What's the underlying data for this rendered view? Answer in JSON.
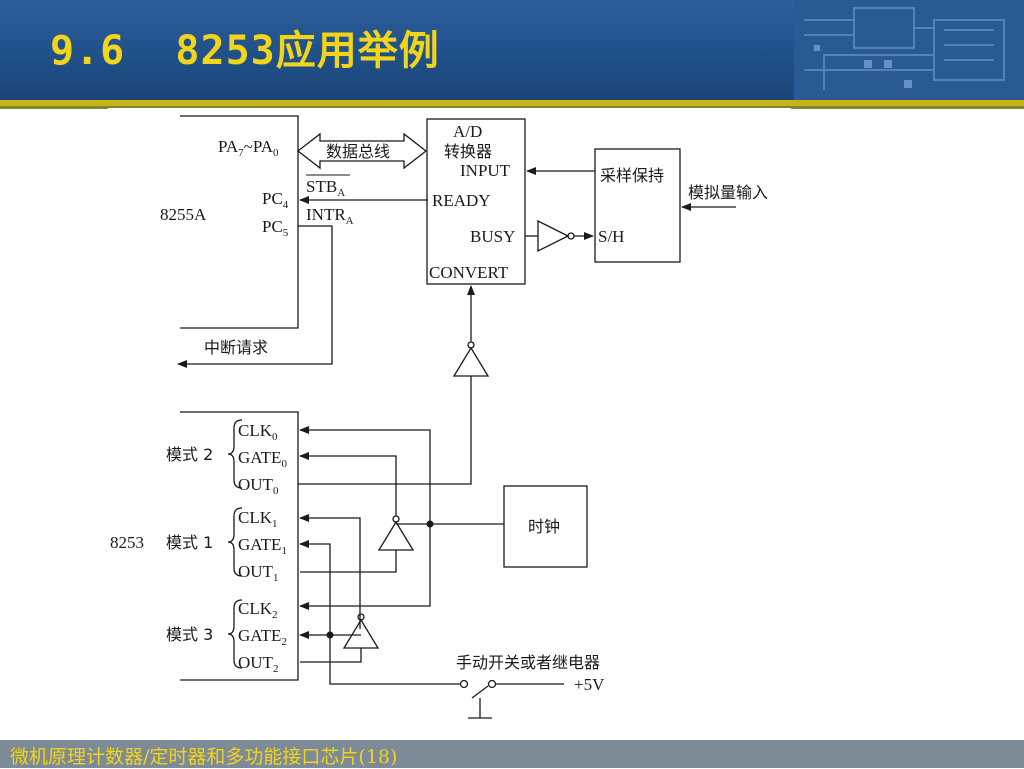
{
  "slide": {
    "title": "9.6  8253应用举例",
    "footer": "微机原理计数器/定时器和多功能接口芯片(18)"
  },
  "diagram": {
    "chip_8255": "8255A",
    "pa_label": "PA",
    "pa_sub7": "7",
    "pa_tilde": "~PA",
    "pa_sub0": "0",
    "data_bus": "数据总线",
    "stb": "STB",
    "stb_sub": "A",
    "pc4": "PC",
    "pc4_sub": "4",
    "intr": "INTR",
    "intr_sub": "A",
    "pc5": "PC",
    "pc5_sub": "5",
    "interrupt_request": "中断请求",
    "adc_name_1": "A/D",
    "adc_name_2": "转换器",
    "adc_input": "INPUT",
    "adc_ready": "READY",
    "adc_busy": "BUSY",
    "adc_convert": "CONVERT",
    "sample_hold": "采样保持",
    "sh_pin": "S/H",
    "analog_input": "模拟量输入",
    "chip_8253": "8253",
    "mode2": "模式 2",
    "mode1": "模式 1",
    "mode3": "模式 3",
    "clk": "CLK",
    "gate": "GATE",
    "out": "OUT",
    "sub0": "0",
    "sub1": "1",
    "sub2": "2",
    "clock": "时钟",
    "switch_label": "手动开关或者继电器",
    "vplus": "+5V"
  }
}
